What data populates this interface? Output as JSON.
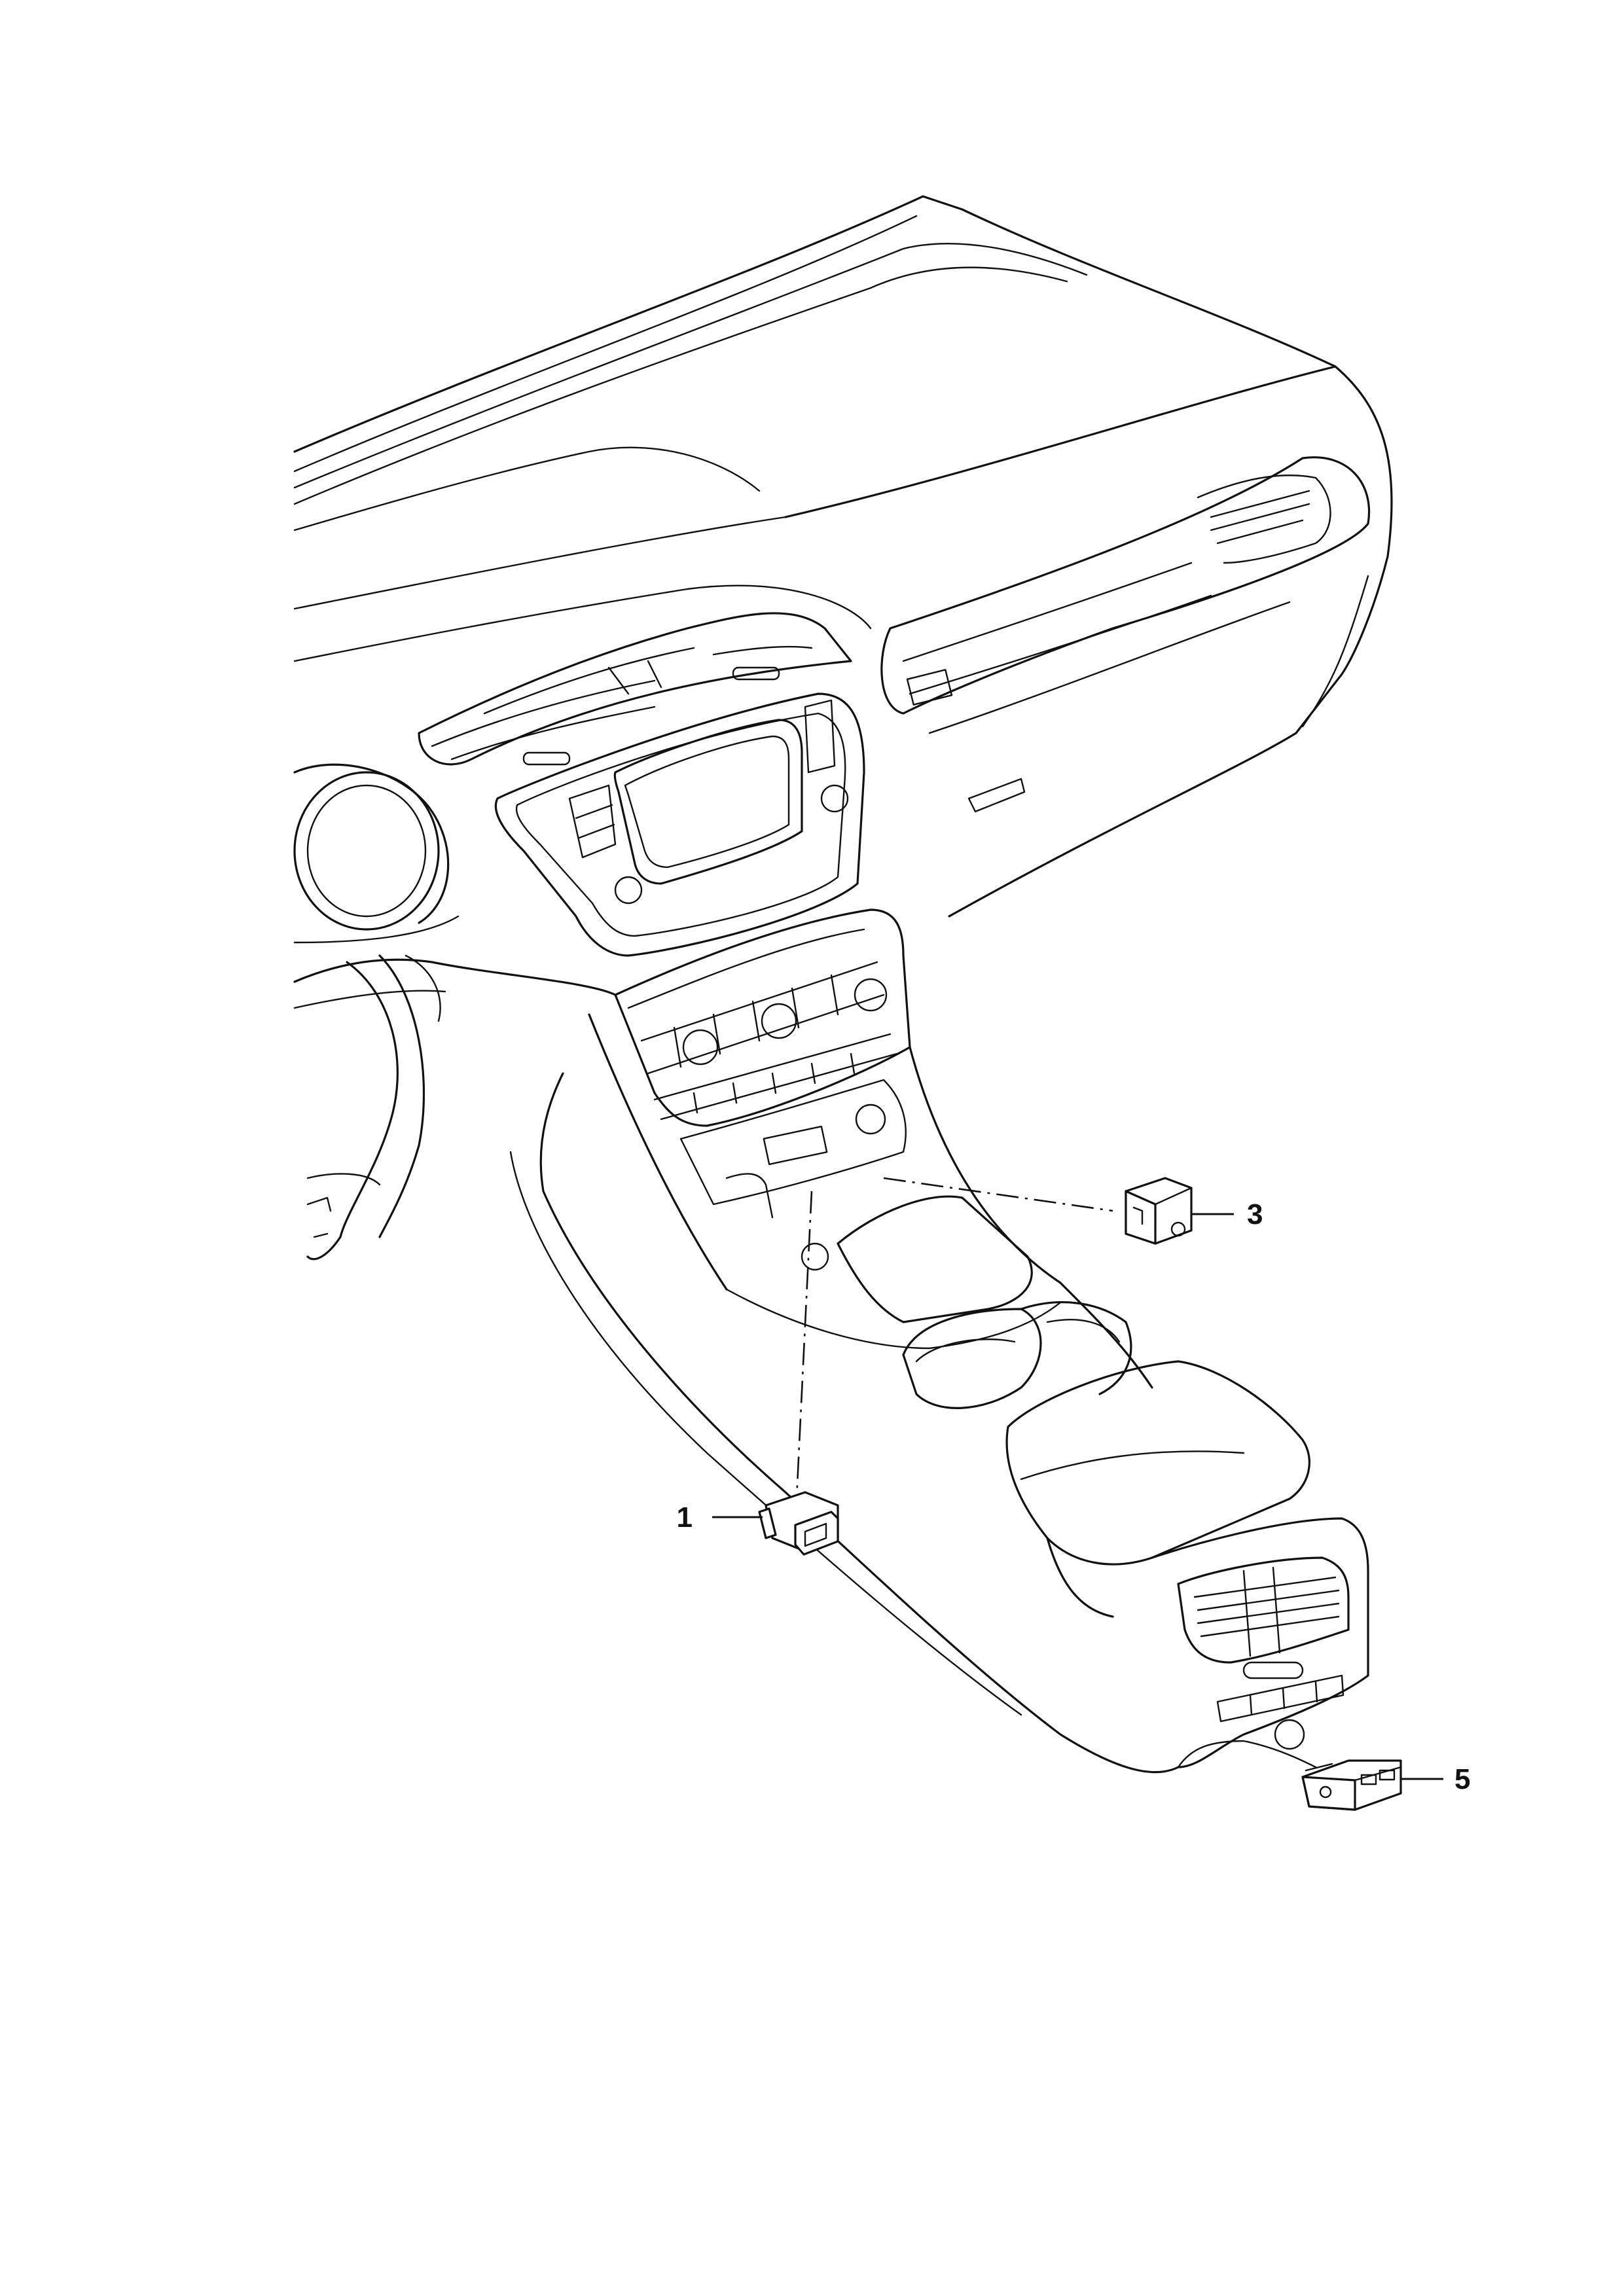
{
  "callouts": [
    {
      "id": "1",
      "label": "1"
    },
    {
      "id": "3",
      "label": "3"
    },
    {
      "id": "5",
      "label": "5"
    }
  ]
}
